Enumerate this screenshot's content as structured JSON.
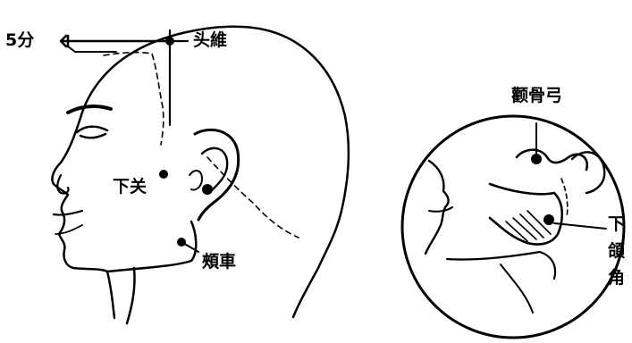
{
  "head_diagram": {
    "measure_label": "5分",
    "points": {
      "touwei": "头維",
      "xiaguan": "下关",
      "jiache": "頰車"
    }
  },
  "inset_diagram": {
    "zygomatic_arch": "颧骨弓",
    "mandible_angle": [
      "下",
      "頜",
      "角"
    ]
  },
  "colors": {
    "ink": "#000000",
    "background": "#ffffff"
  }
}
